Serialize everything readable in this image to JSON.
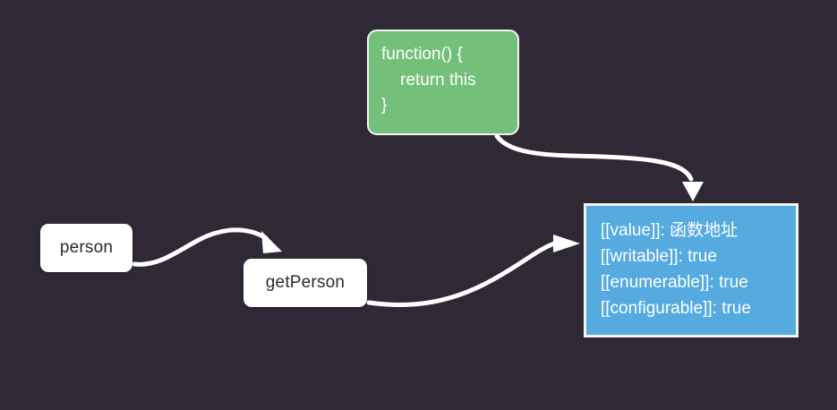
{
  "diagram": {
    "background_color": "#2e2935",
    "nodes": {
      "person": {
        "label": "person",
        "fill": "#ffffff",
        "text_color": "#2b2b2b"
      },
      "get_person": {
        "label": "getPerson",
        "fill": "#ffffff",
        "text_color": "#2b2b2b"
      },
      "function_body": {
        "fill": "#74c07a",
        "text_color": "#ffffff",
        "lines": [
          "function() {",
          "    return this",
          "}"
        ]
      },
      "descriptor": {
        "fill": "#55abe0",
        "text_color": "#ffffff",
        "lines": [
          "[[value]]: 函数地址",
          "[[writable]]: true",
          "[[enumerable]]: true",
          "[[configurable]]: true"
        ]
      }
    },
    "arrows": [
      {
        "name": "person-to-getperson",
        "from": "person",
        "to": "get_person",
        "color": "#ffffff"
      },
      {
        "name": "getperson-to-descriptor",
        "from": "get_person",
        "to": "descriptor",
        "color": "#ffffff"
      },
      {
        "name": "function-to-descriptor",
        "from": "function_body",
        "to": "descriptor",
        "color": "#ffffff"
      }
    ]
  }
}
